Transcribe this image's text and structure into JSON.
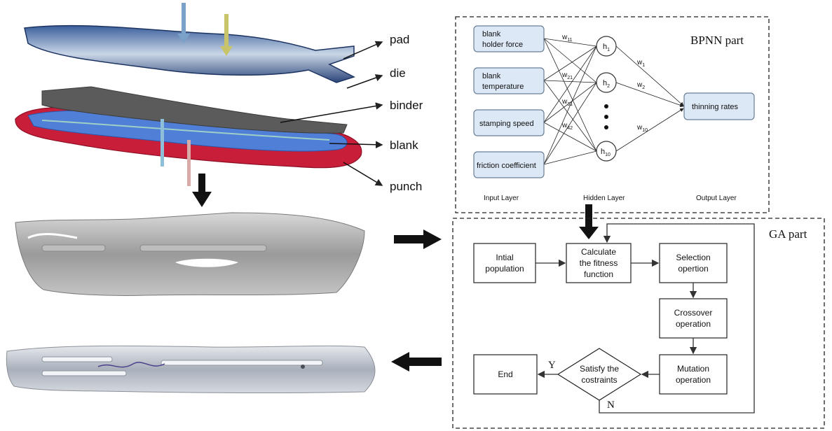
{
  "process_labels": {
    "pad": "pad",
    "die": "die",
    "binder": "binder",
    "blank": "blank",
    "punch": "punch"
  },
  "bpnn": {
    "title": "BPNN part",
    "inputs": {
      "blank_holder_force": [
        "blank",
        "holder force"
      ],
      "blank_temperature": [
        "blank",
        "temperature"
      ],
      "stamping_speed": "stamping speed",
      "friction_coefficient": "friction coefficient"
    },
    "hidden": {
      "h1": "h",
      "h1_sub": "1",
      "h2": "h",
      "h2_sub": "2",
      "h10": "h",
      "h10_sub": "10"
    },
    "weights_in": [
      {
        "w": "w",
        "sub": "11"
      },
      {
        "w": "w",
        "sub": "21"
      },
      {
        "w": "w",
        "sub": "31"
      },
      {
        "w": "w",
        "sub": "42"
      }
    ],
    "weights_out": [
      {
        "w": "w",
        "sub": "1"
      },
      {
        "w": "w",
        "sub": "2"
      },
      {
        "w": "w",
        "sub": "10"
      }
    ],
    "output": "thinning rates",
    "layers": {
      "input": "Input Layer",
      "hidden": "Hidden Layer",
      "output": "Output Layer"
    }
  },
  "ga": {
    "title": "GA part",
    "initial_population": [
      "Intial",
      "population"
    ],
    "fitness": [
      "Calculate",
      "the fitness",
      "function"
    ],
    "selection": [
      "Selection",
      "opertion"
    ],
    "crossover": [
      "Crossover",
      "operation"
    ],
    "mutation": [
      "Mutation",
      "operation"
    ],
    "decision": [
      "Satisfy the",
      "costraints"
    ],
    "end": "End",
    "yes": "Y",
    "no": "N"
  },
  "colors": {
    "pad": "#2e4f86",
    "binder": "#5b5b5b",
    "blank": "#4f7fd6",
    "punch": "#c81e3a",
    "part_gray": "#a8a8a8",
    "input_box": "#dce8f5",
    "output_box": "#dce8f5"
  }
}
